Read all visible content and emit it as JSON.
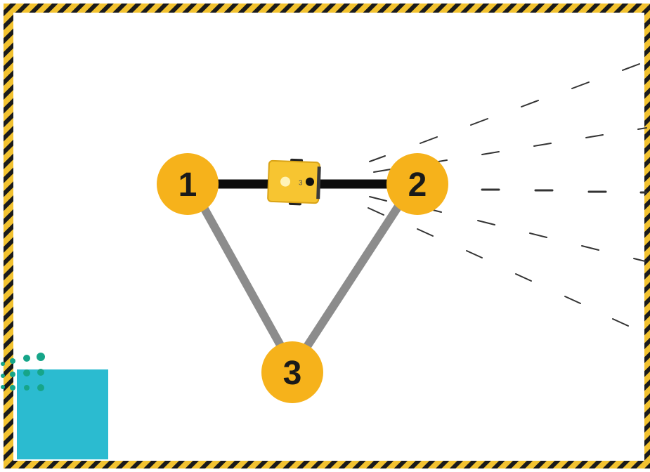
{
  "colors": {
    "border_stripe_yellow": "#f2c230",
    "border_stripe_black": "#1a1a1a",
    "active_path": "#0d0d0d",
    "inactive_path": "#8c8c8c",
    "waypoint_fill": "#f6b21b",
    "robot_body": "#f7c531",
    "sensor_rays": "#333333",
    "target_zone": "#2bbbd0",
    "logo_dots": "#16a589"
  },
  "waypoints": [
    {
      "label": "1"
    },
    {
      "label": "2"
    },
    {
      "label": "3"
    }
  ],
  "robot": {
    "label": "3"
  }
}
